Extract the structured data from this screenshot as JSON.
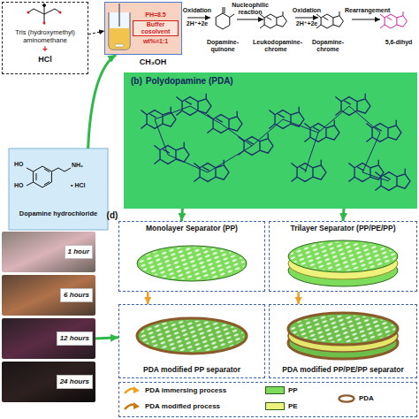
{
  "diagram": {
    "nodes": [
      {
        "text": [
          "Tris (hydroxymethyl) aminomethane",
          "+",
          "HCl"
        ]
      },
      {
        "text": [
          "PH=8.5",
          "Buffer cosolvent",
          "wt%=1:1"
        ]
      },
      {
        "text": [
          "HO",
          "HO",
          "NH₂",
          "• HCl",
          "Dopamine hydrochloride"
        ]
      },
      {
        "text": [
          "(b)",
          "Polydopamine (PDA)"
        ]
      },
      {
        "text": [
          "1 hour"
        ]
      },
      {
        "text": [
          "6 hours"
        ]
      },
      {
        "text": [
          "12 hours"
        ]
      },
      {
        "text": [
          "24 hours"
        ]
      },
      {
        "text": [
          "Monolayer Separator (PP)"
        ]
      },
      {
        "text": [
          "Trilayer Separator (PP/PE/PP)"
        ]
      },
      {
        "text": [
          "PDA modified PP separator"
        ]
      },
      {
        "text": [
          "PDA modified PP/PE/PP separator"
        ]
      }
    ],
    "edges": [
      {
        "from": 0,
        "to": 1,
        "arrow": "to"
      },
      {
        "from": 2,
        "to": 1,
        "arrow": "to"
      },
      {
        "from": 3,
        "to": 8,
        "arrow": "to"
      },
      {
        "from": 3,
        "to": 9,
        "arrow": "to"
      },
      {
        "from": 6,
        "to": 10,
        "arrow": "to"
      },
      {
        "from": 8,
        "to": 10,
        "arrow": "to"
      },
      {
        "from": 9,
        "to": 11,
        "arrow": "to"
      }
    ],
    "labels": [
      "CH₃OH",
      "Oxidation",
      "2H⁺+2e",
      "Dopamine-quinone",
      "Nucleophilic reaction",
      "Leukodopamine-chrome",
      "Oxidation",
      "2H⁺+2e",
      "Dopamine-chrome",
      "Rearrangement",
      "5,6-dihyd",
      "(d)"
    ],
    "legend": [
      {
        "text": "PDA immersing process"
      },
      {
        "text": "PDA modified process"
      },
      {
        "text": "PP",
        "color": "#7ddc5a"
      },
      {
        "text": "PE",
        "color": "#eef27a"
      },
      {
        "text": "PDA"
      }
    ]
  }
}
